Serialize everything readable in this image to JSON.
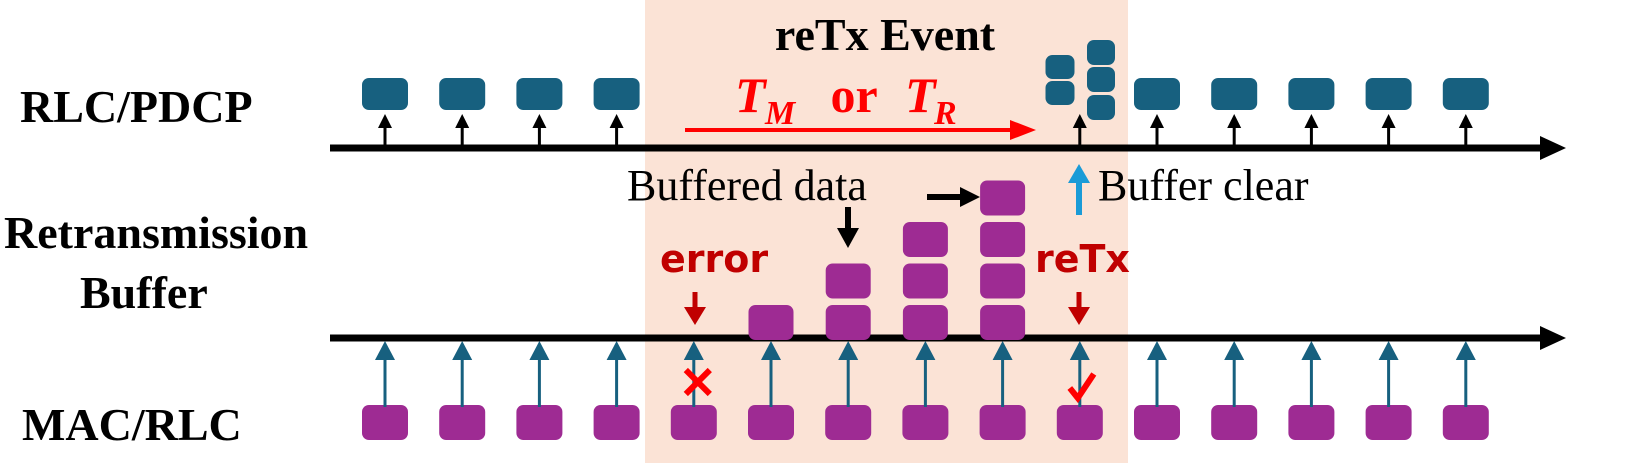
{
  "labels": {
    "top_layer": "RLC/PDCP",
    "middle_layer_line1": "Retransmission",
    "middle_layer_line2": "Buffer",
    "bottom_layer": "MAC/RLC"
  },
  "event": {
    "title": "reTx Event",
    "timer_T1": "T",
    "timer_T1_sub": "M",
    "timer_or": " or ",
    "timer_T2": "T",
    "timer_T2_sub": "R"
  },
  "annotations": {
    "buffered_data": "Buffered data",
    "buffer_clear": "Buffer clear",
    "error": "error",
    "retx": "reTx"
  },
  "colors": {
    "highlight": "#fbe3d6",
    "rlc_box": "#17607f",
    "mac_box": "#9e2b93",
    "error_red": "#c00000",
    "timer_red": "#ff0000",
    "clear_arrow": "#1a9bd7"
  },
  "buffer_stack_counts": [
    1,
    2,
    3,
    4
  ]
}
